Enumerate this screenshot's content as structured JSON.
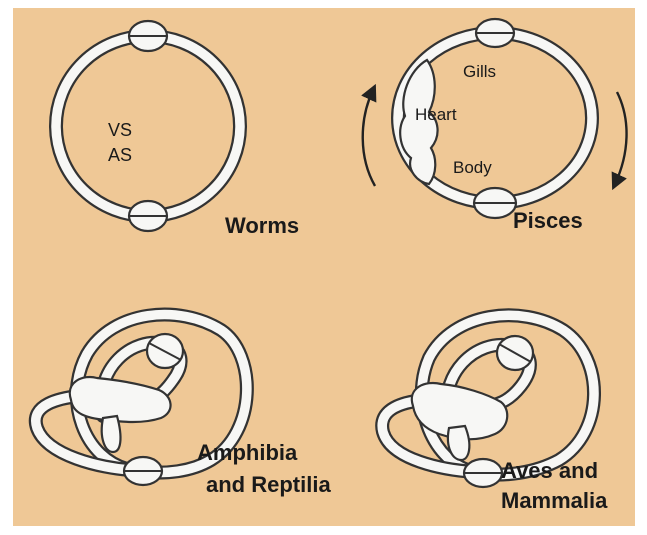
{
  "colors": {
    "background": "#efc896",
    "outline": "#333333",
    "vessel_fill": "#f7f7f5",
    "text": "#1a1a1a"
  },
  "panels": {
    "worms": {
      "title": "Worms",
      "label_vs": "VS",
      "label_as": "AS"
    },
    "pisces": {
      "title": "Pisces",
      "label_gills": "Gills",
      "label_heart": "Heart",
      "label_body": "Body"
    },
    "amphibia": {
      "title_line1": "Amphibia",
      "title_line2": "and Reptilia"
    },
    "aves": {
      "title_line1": "Aves and",
      "title_line2": "Mammalia"
    }
  }
}
